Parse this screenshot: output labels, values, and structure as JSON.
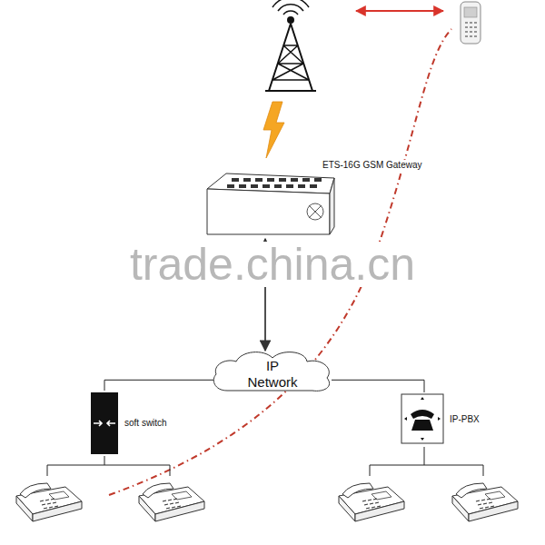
{
  "diagram": {
    "nodes": [
      {
        "text": [
          "ETS-16G GSM Gateway"
        ]
      },
      {
        "text": [
          "IP Network"
        ]
      },
      {
        "text": [
          "soft switch"
        ]
      },
      {
        "text": [
          "IP-PBX"
        ]
      }
    ],
    "edges": [
      {
        "from": 0,
        "to": 1,
        "arrow": "both"
      },
      {
        "from": 1,
        "to": 2,
        "arrow": "none"
      },
      {
        "from": 1,
        "to": 3,
        "arrow": "none"
      }
    ],
    "labels": [
      "trade.china.cn"
    ]
  }
}
